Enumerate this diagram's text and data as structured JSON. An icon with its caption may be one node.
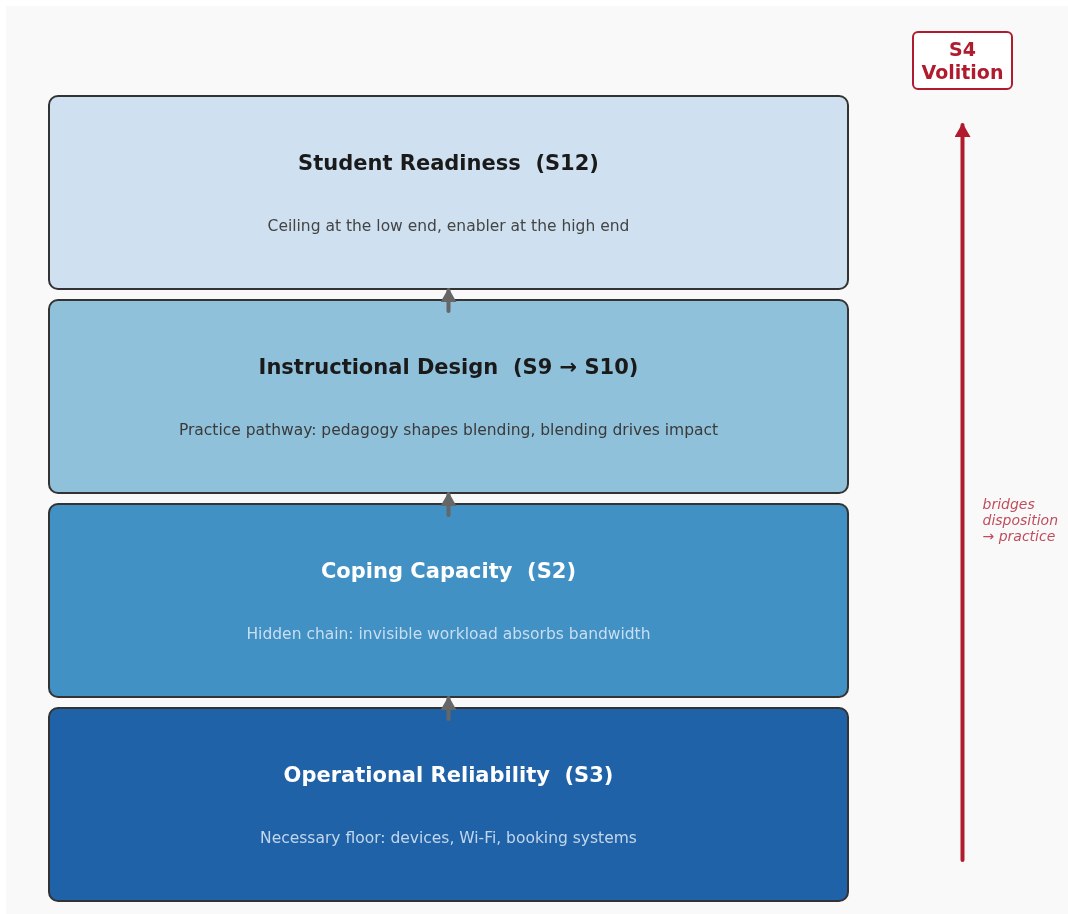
{
  "diagram": {
    "nodes": [
      {
        "text": [
          "Student Readiness  (S12)",
          "Ceiling at the low end, enabler at the high end"
        ]
      },
      {
        "text": [
          "Instructional Design  (S9 → S10)",
          "Practice pathway: pedagogy shapes blending, blending drives impact"
        ]
      },
      {
        "text": [
          "Coping Capacity  (S2)",
          "Hidden chain: invisible workload absorbs bandwidth"
        ]
      },
      {
        "text": [
          "Operational Reliability  (S3)",
          "Necessary floor: devices, Wi-Fi, booking systems"
        ]
      },
      {
        "text": [
          "S4 Volition"
        ]
      }
    ],
    "edges": [
      {
        "from": 3,
        "to": 2,
        "arrow": "to"
      },
      {
        "from": 2,
        "to": 1,
        "arrow": "to"
      },
      {
        "from": 1,
        "to": 0,
        "arrow": "to"
      },
      {
        "from": null,
        "to": 4,
        "arrow": "to",
        "label": "bridges disposition → practice",
        "color": "#b01c2e"
      }
    ]
  }
}
